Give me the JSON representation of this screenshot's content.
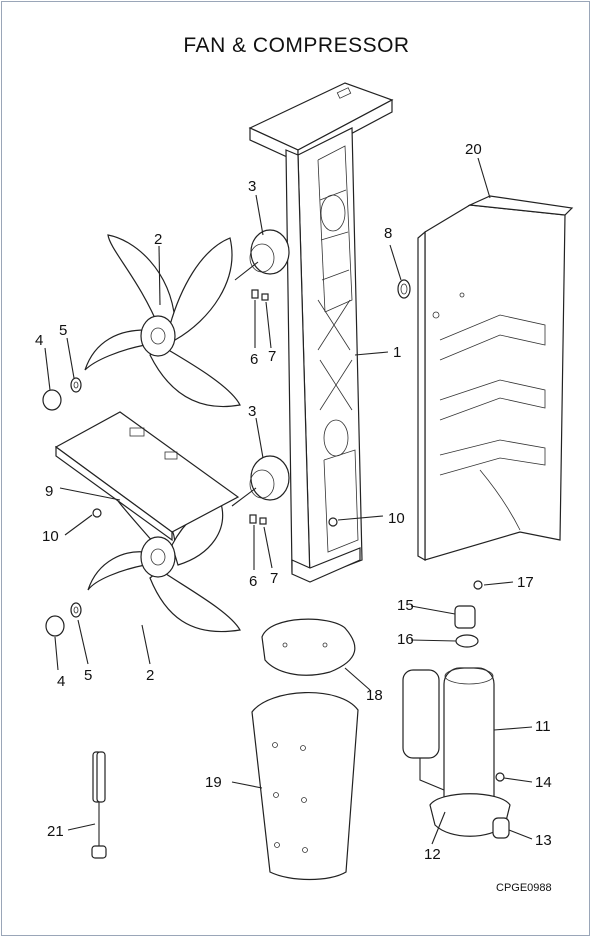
{
  "title": "FAN & COMPRESSOR",
  "drawing_code": "CPGE0988",
  "callouts": [
    {
      "id": "callout-2-upper",
      "text": "2"
    },
    {
      "id": "callout-3-upper",
      "text": "3"
    },
    {
      "id": "callout-4-upper",
      "text": "4"
    },
    {
      "id": "callout-5-upper",
      "text": "5"
    },
    {
      "id": "callout-6-upper",
      "text": "6"
    },
    {
      "id": "callout-7-upper",
      "text": "7"
    },
    {
      "id": "callout-1",
      "text": "1"
    },
    {
      "id": "callout-8",
      "text": "8"
    },
    {
      "id": "callout-20",
      "text": "20"
    },
    {
      "id": "callout-3-lower",
      "text": "3"
    },
    {
      "id": "callout-9",
      "text": "9"
    },
    {
      "id": "callout-10-left",
      "text": "10"
    },
    {
      "id": "callout-10-right",
      "text": "10"
    },
    {
      "id": "callout-6-lower",
      "text": "6"
    },
    {
      "id": "callout-7-lower",
      "text": "7"
    },
    {
      "id": "callout-4-lower",
      "text": "4"
    },
    {
      "id": "callout-5-lower",
      "text": "5"
    },
    {
      "id": "callout-2-lower",
      "text": "2"
    },
    {
      "id": "callout-17",
      "text": "17"
    },
    {
      "id": "callout-15",
      "text": "15"
    },
    {
      "id": "callout-16",
      "text": "16"
    },
    {
      "id": "callout-18",
      "text": "18"
    },
    {
      "id": "callout-11",
      "text": "11"
    },
    {
      "id": "callout-19",
      "text": "19"
    },
    {
      "id": "callout-14",
      "text": "14"
    },
    {
      "id": "callout-13",
      "text": "13"
    },
    {
      "id": "callout-21",
      "text": "21"
    },
    {
      "id": "callout-12",
      "text": "12"
    }
  ],
  "colors": {
    "line": "#222222",
    "frame": "#9aa6b8",
    "background": "#ffffff"
  }
}
